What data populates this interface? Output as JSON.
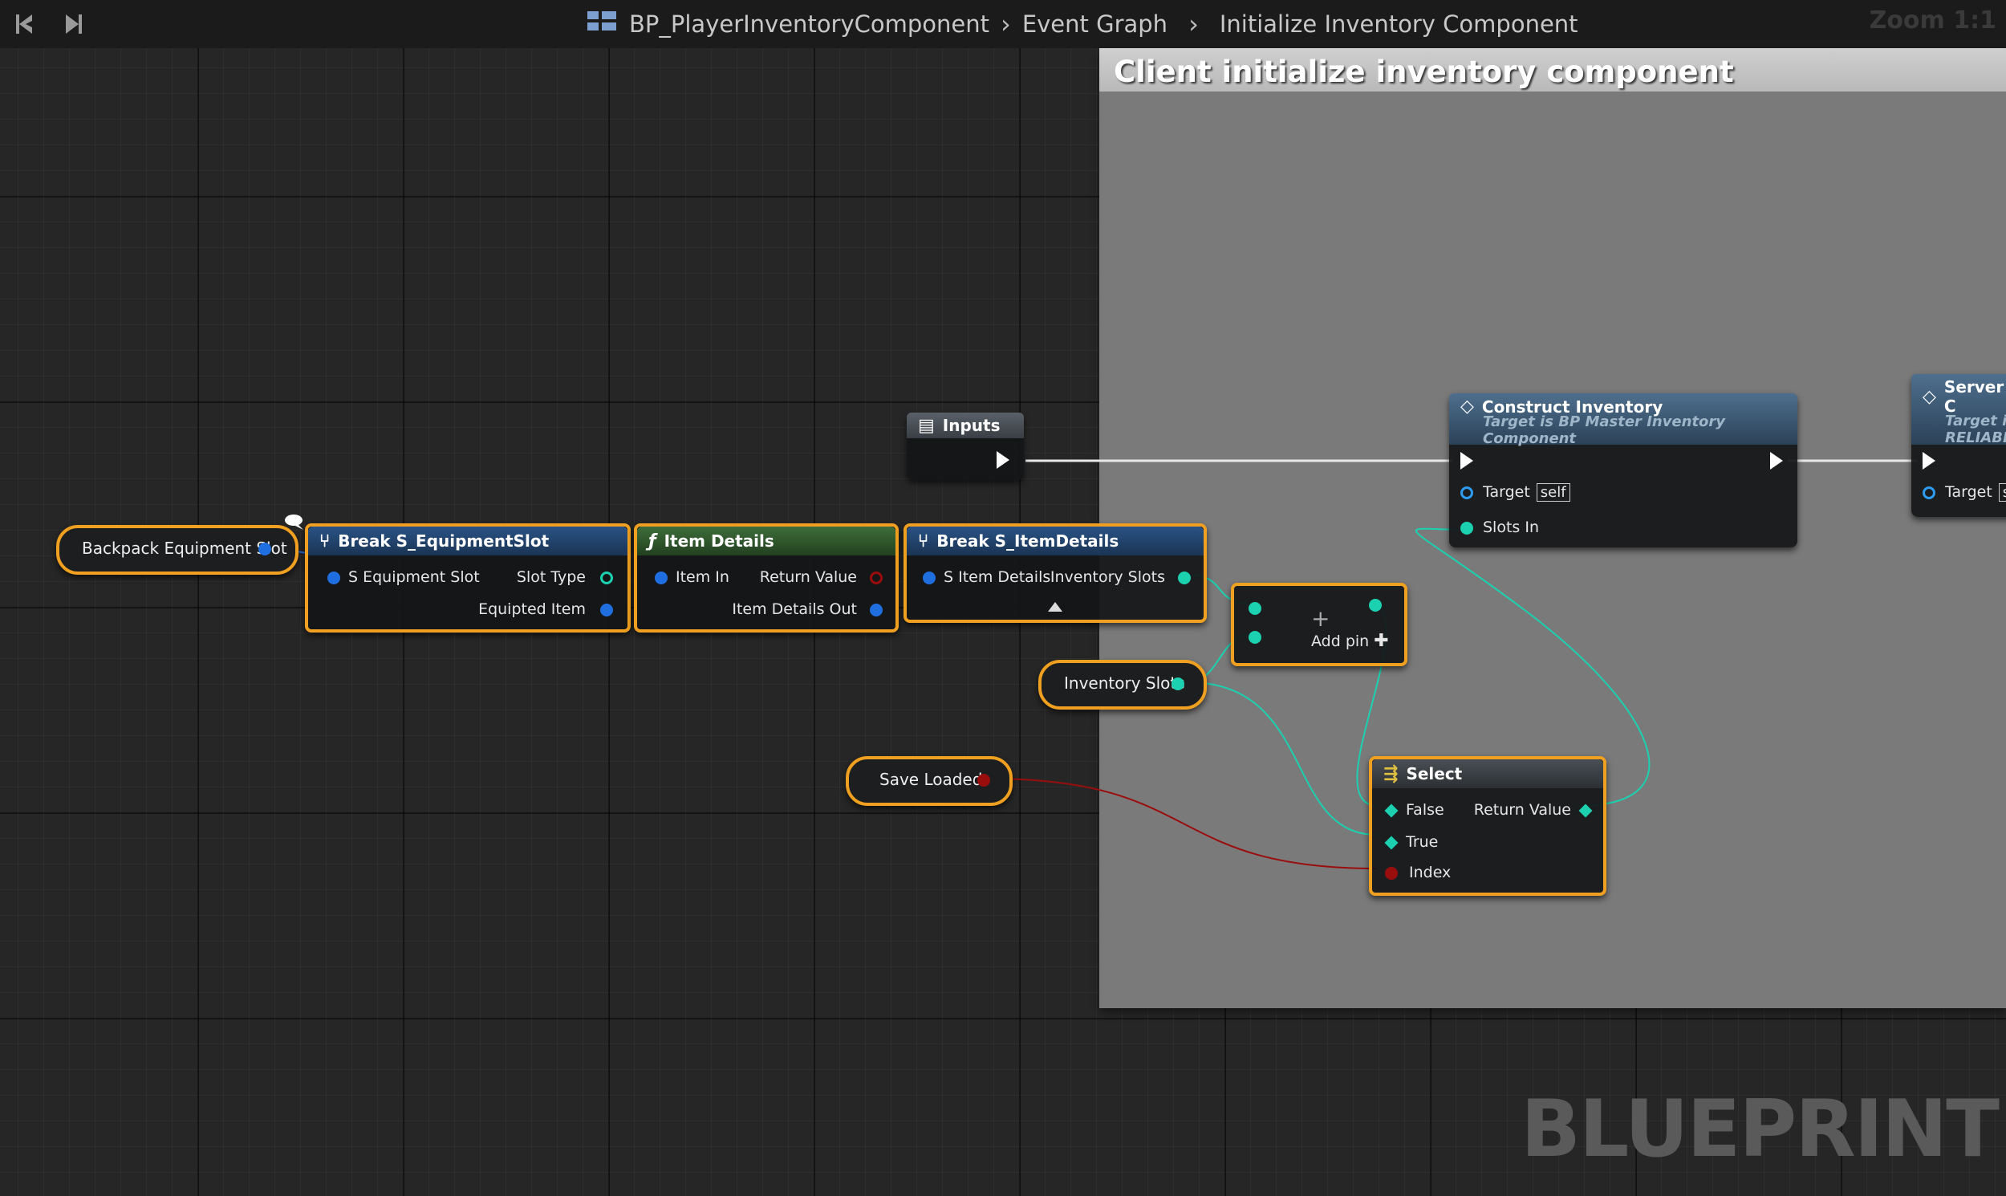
{
  "breadcrumb": {
    "asset": "BP_PlayerInventoryComponent",
    "graph": "Event Graph",
    "function": "Initialize Inventory Component"
  },
  "zoom": "Zoom 1:1",
  "comment_title": "Client initialize inventory component",
  "watermark": "BLUEPRINT",
  "nodes": {
    "inputs": {
      "title": "Inputs"
    },
    "construct": {
      "title": "Construct Inventory",
      "subtitle": "Target is BP Master Inventory Component",
      "target": "Target",
      "self": "self",
      "slots_in": "Slots In"
    },
    "server": {
      "title": "Server C",
      "subtitle1": "Target is",
      "subtitle2": "RELIABLE",
      "target": "Target",
      "self": "s"
    },
    "break_equip": {
      "title": "Break S_EquipmentSlot",
      "in": "S Equipment Slot",
      "out1": "Slot Type",
      "out2": "Equipted Item"
    },
    "item_details": {
      "title": "Item Details",
      "in": "Item In",
      "out1": "Return Value",
      "out2": "Item Details Out"
    },
    "break_item": {
      "title": "Break S_ItemDetails",
      "in": "S Item Details",
      "out": "Inventory Slots"
    },
    "make_array": {
      "add_pin": "Add pin"
    },
    "select": {
      "title": "Select",
      "false": "False",
      "true": "True",
      "index": "Index",
      "return": "Return Value"
    }
  },
  "variables": {
    "backpack": "Backpack Equipment Slot",
    "inventory_slots": "Inventory Slots",
    "save_loaded": "Save Loaded"
  },
  "colors": {
    "struct_pin": "#1f6fe0",
    "array_pin": "#1bd1b0",
    "bool_pin": "#9a0d0d",
    "selection": "#f0a020",
    "struct_header": "#1d3f6a",
    "func_header": "#2f5a2e",
    "target_header": "#36536e"
  }
}
